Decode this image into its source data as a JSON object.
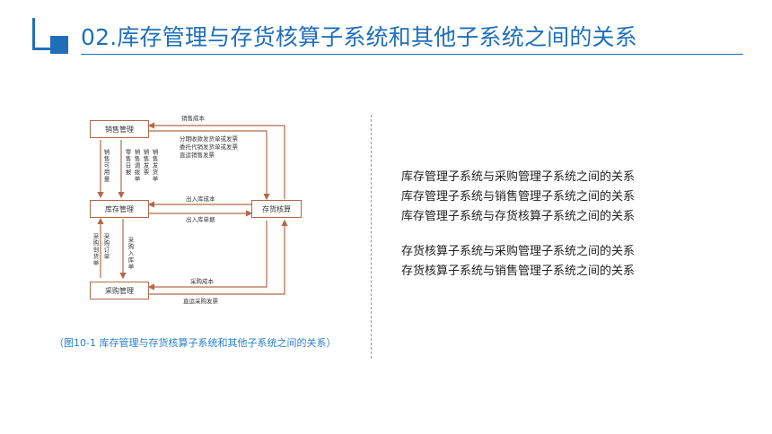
{
  "header": {
    "title": "02.库存管理与存货核算子系统和其他子系统之间的关系"
  },
  "diagram": {
    "nodes": {
      "sales": "销售管理",
      "inventory": "库存管理",
      "accounting": "存货核算",
      "purchase": "采购管理"
    },
    "labels": {
      "top_arrow": "销售成本",
      "top_multi": [
        "分期收款发货单或发票",
        "委托代销发货单或发票",
        "直运销售发票"
      ],
      "mid_top": "出入库成本",
      "mid_bottom": "出入库单据",
      "bottom_top": "采购成本",
      "bottom_bottom": "直运采购发票",
      "v_left_upper": "销售可用量",
      "v_mid1": "零售日报",
      "v_mid2": "销售调拨单",
      "v_mid3": "销售发票",
      "v_mid4": "销售发货单",
      "v_left_lower1": "采购到货单",
      "v_left_lower2": "采购订单",
      "v_left_lower3": "采购入库单"
    }
  },
  "caption": "（图10-1  库存管理与存货核算子系统和其他子系统之间的关系）",
  "relations": [
    "库存管理子系统与采购管理子系统之间的关系",
    "库存管理子系统与销售管理子系统之间的关系",
    "库存管理子系统与存货核算子系统之间的关系",
    "存货核算子系统与采购管理子系统之间的关系",
    "存货核算子系统与销售管理子系统之间的关系"
  ],
  "colors": {
    "accent": "#1f6fb8",
    "arrow": "#b06a4b",
    "caption": "#2a7fd0"
  },
  "icons": {
    "logo": "corner-square-logo-icon"
  }
}
